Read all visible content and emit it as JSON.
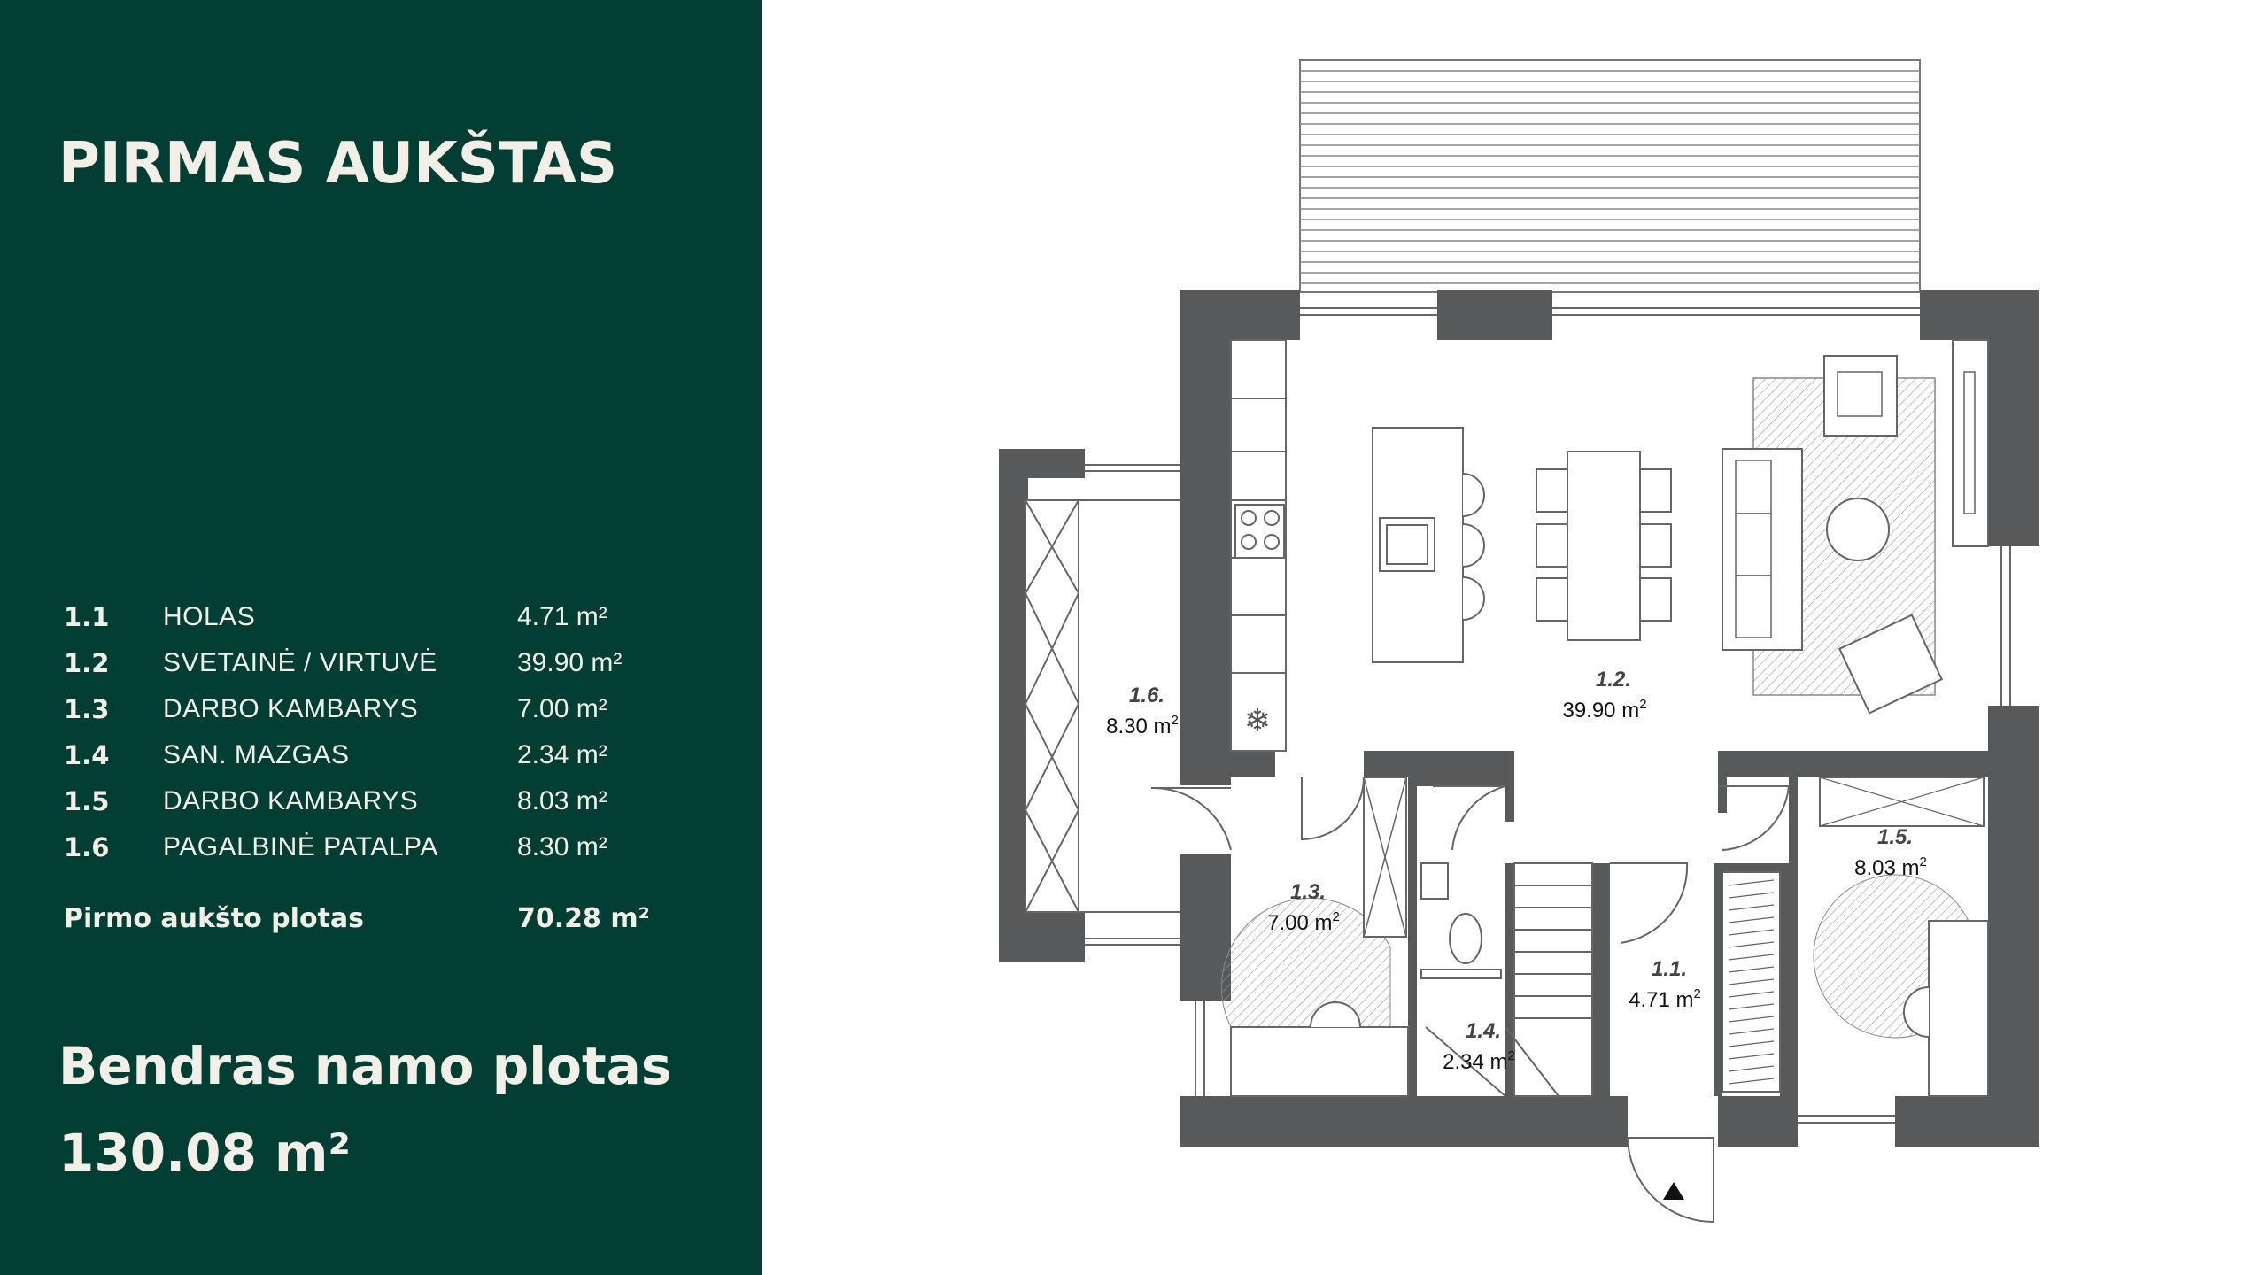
{
  "sidebar": {
    "title": "PIRMAS AUKŠTAS",
    "rooms": [
      {
        "num": "1.1",
        "name": "HOLAS",
        "area": "4.71 m²"
      },
      {
        "num": "1.2",
        "name": "SVETAINĖ / VIRTUVĖ",
        "area": "39.90 m²"
      },
      {
        "num": "1.3",
        "name": "DARBO KAMBARYS",
        "area": "7.00 m²"
      },
      {
        "num": "1.4",
        "name": "SAN. MAZGAS",
        "area": "2.34 m²"
      },
      {
        "num": "1.5",
        "name": "DARBO KAMBARYS",
        "area": "8.03 m²"
      },
      {
        "num": "1.6",
        "name": "PAGALBINĖ PATALPA",
        "area": "8.30 m²"
      }
    ],
    "floor_total_label": "Pirmo aukšto plotas",
    "floor_total_value": "70.28 m²",
    "house_total_label": "Bendras namo plotas",
    "house_total_value": "130.08 m²"
  },
  "plan": {
    "labels": [
      {
        "num": "1.1.",
        "area": "4.71 m",
        "sup": "2"
      },
      {
        "num": "1.2.",
        "area": "39.90 m",
        "sup": "2"
      },
      {
        "num": "1.3.",
        "area": "7.00 m",
        "sup": "2"
      },
      {
        "num": "1.4.",
        "area": "2.34 m",
        "sup": "2"
      },
      {
        "num": "1.5.",
        "area": "8.03 m",
        "sup": "2"
      },
      {
        "num": "1.6.",
        "area": "8.30 m",
        "sup": "2"
      }
    ]
  },
  "colors": {
    "sidebar_bg": "#023e34",
    "sidebar_text": "#f2efe6",
    "wall": "#58595b",
    "line": "#555555"
  }
}
